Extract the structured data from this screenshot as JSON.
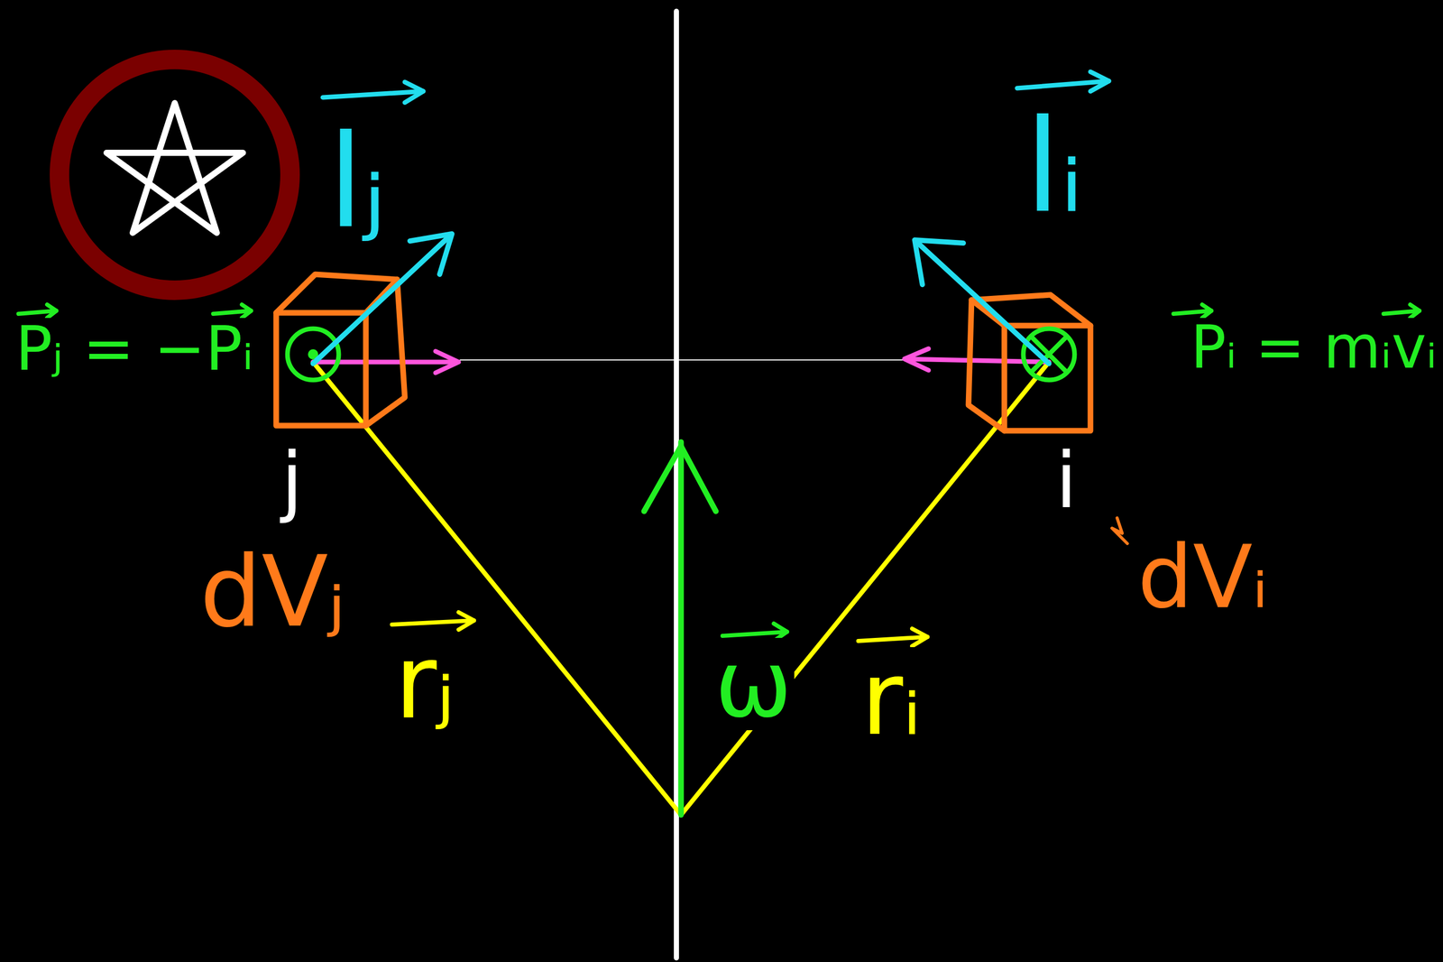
{
  "diagram": {
    "labels": [
      "lⱼ",
      "lᵢ",
      "Pⱼ = −Pᵢ",
      "Pᵢ = mᵢvᵢ",
      "j",
      "i",
      "dVⱼ",
      "dVᵢ",
      "rⱼ",
      "ω",
      "rᵢ"
    ]
  }
}
